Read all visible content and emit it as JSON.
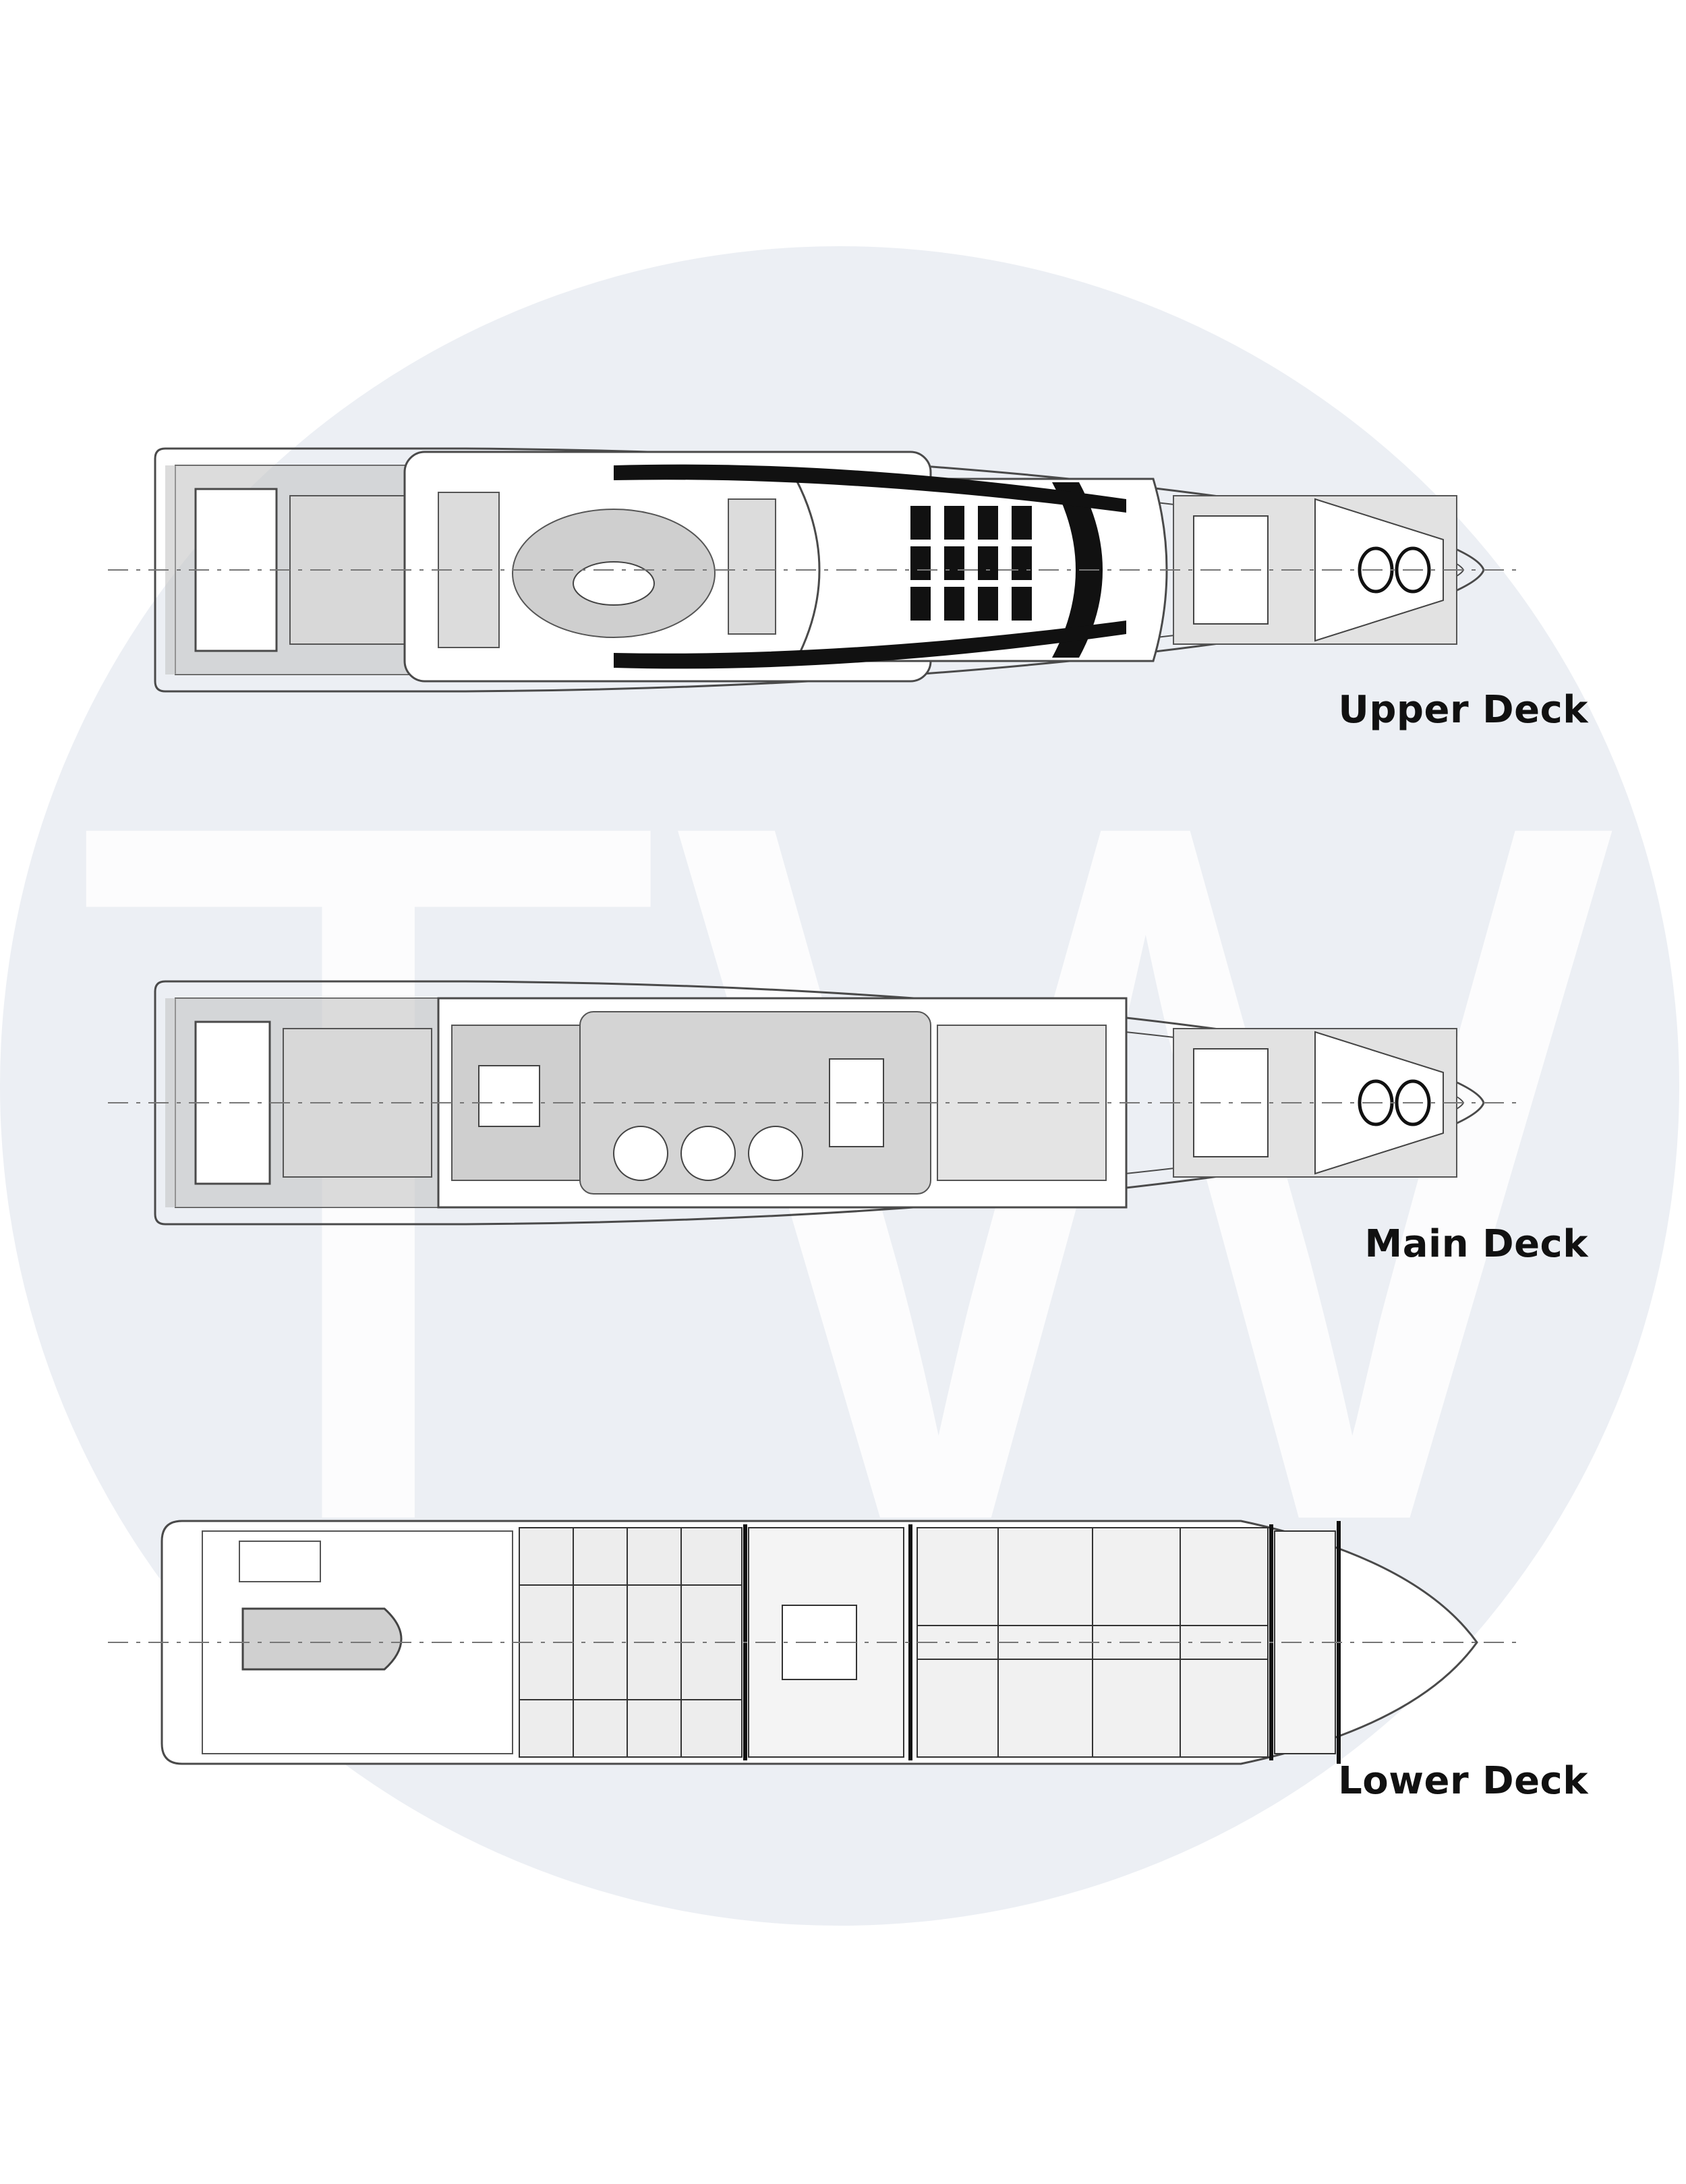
{
  "watermark": {
    "text": "TW",
    "circle_color": "#eceff4",
    "letter_color": "#ffffff"
  },
  "decks": [
    {
      "id": "upper",
      "label": "Upper Deck"
    },
    {
      "id": "main",
      "label": "Main Deck"
    },
    {
      "id": "lower",
      "label": "Lower Deck"
    }
  ],
  "colors": {
    "line": "#4a4a4a",
    "hatch": "#b9b9b9",
    "dark": "#111111"
  }
}
